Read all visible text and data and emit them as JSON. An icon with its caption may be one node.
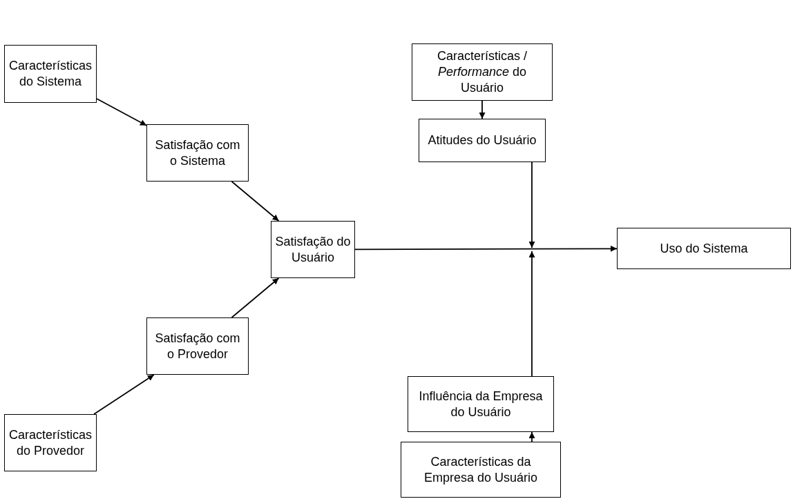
{
  "diagram": {
    "nodes": [
      {
        "text": [
          "Características do Sistema"
        ]
      },
      {
        "text": [
          "Satisfação com o Sistema"
        ]
      },
      {
        "text": [
          "Satisfação do Usuário"
        ]
      },
      {
        "text": [
          "Satisfação com o Provedor"
        ]
      },
      {
        "text": [
          "Características do Provedor"
        ]
      },
      {
        "text": [
          "Características / *Performance* do Usuário"
        ]
      },
      {
        "text": [
          "Atitudes do Usuário"
        ]
      },
      {
        "text": [
          "Uso do Sistema"
        ]
      },
      {
        "text": [
          "Influência da Empresa do Usuário"
        ]
      },
      {
        "text": [
          "Características da Empresa do Usuário"
        ]
      }
    ],
    "edges": [
      {
        "from": 0,
        "to": 1,
        "arrow": "to"
      },
      {
        "from": 1,
        "to": 2,
        "arrow": "to"
      },
      {
        "from": 4,
        "to": 3,
        "arrow": "to"
      },
      {
        "from": 3,
        "to": 2,
        "arrow": "to"
      },
      {
        "from": 5,
        "to": 6,
        "arrow": "to"
      },
      {
        "from": 2,
        "to": 7,
        "arrow": "to"
      },
      {
        "from": 6,
        "to": null,
        "arrow": "to"
      },
      {
        "from": 8,
        "to": null,
        "arrow": "to"
      },
      {
        "from": 9,
        "to": 8,
        "arrow": "to"
      }
    ]
  }
}
